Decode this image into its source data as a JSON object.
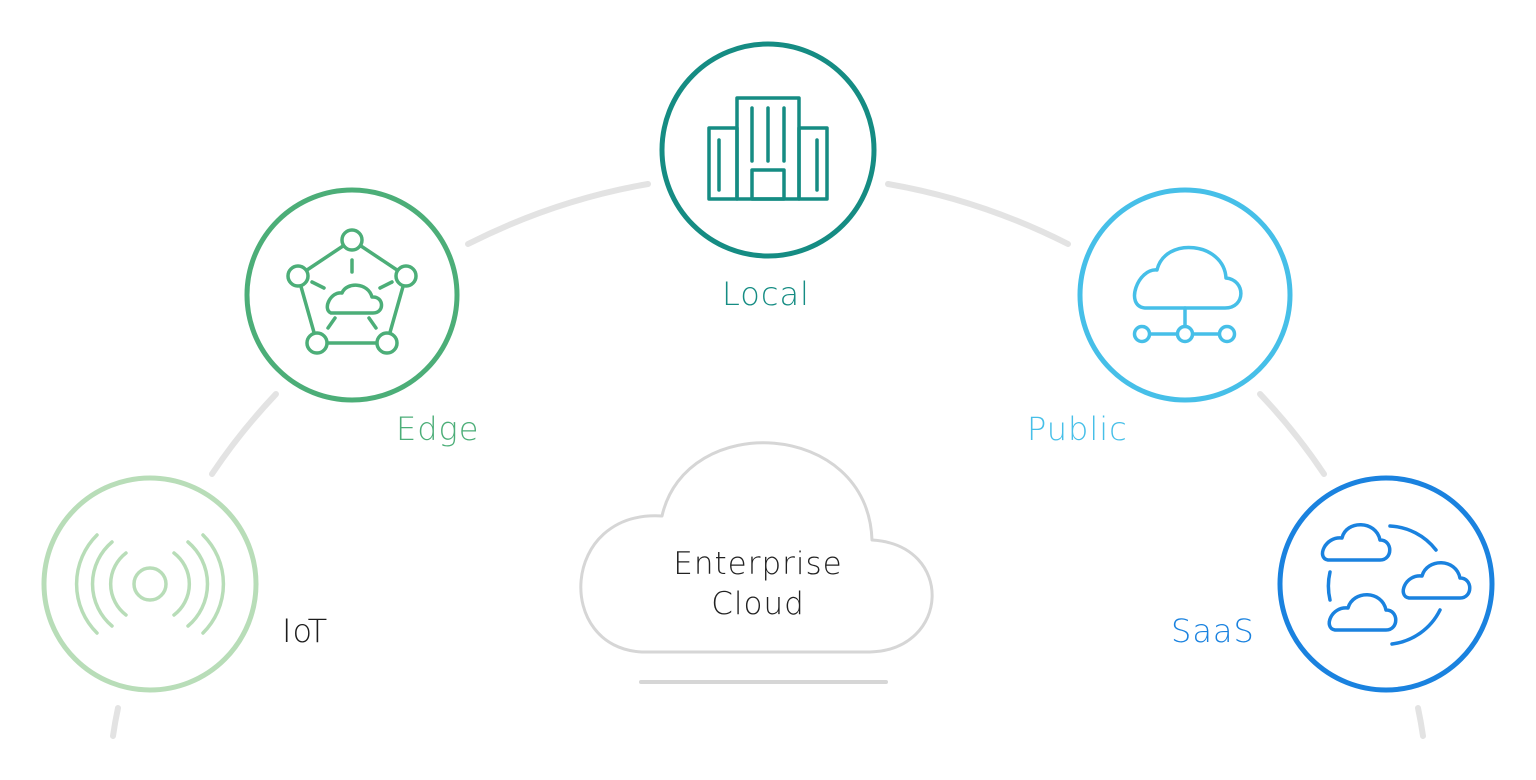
{
  "center": {
    "line1": "Enterprise",
    "line2": "Cloud",
    "icon": "cloud-outline-icon",
    "color": "#d6d6d6"
  },
  "arc_color": "#e3e3e3",
  "nodes": {
    "local": {
      "label": "Local",
      "icon": "office-building-icon",
      "color": "#158c83"
    },
    "edge": {
      "label": "Edge",
      "icon": "network-cloud-pentagon-icon",
      "color": "#4cae78"
    },
    "public": {
      "label": "Public",
      "icon": "cloud-network-icon",
      "color": "#46bfe8"
    },
    "iot": {
      "label": "IoT",
      "icon": "wireless-signal-icon",
      "color": "#b8ddb8",
      "label_color": "#1c1c1c"
    },
    "saas": {
      "label": "SaaS",
      "icon": "multi-cloud-cycle-icon",
      "color": "#1a82df"
    }
  }
}
